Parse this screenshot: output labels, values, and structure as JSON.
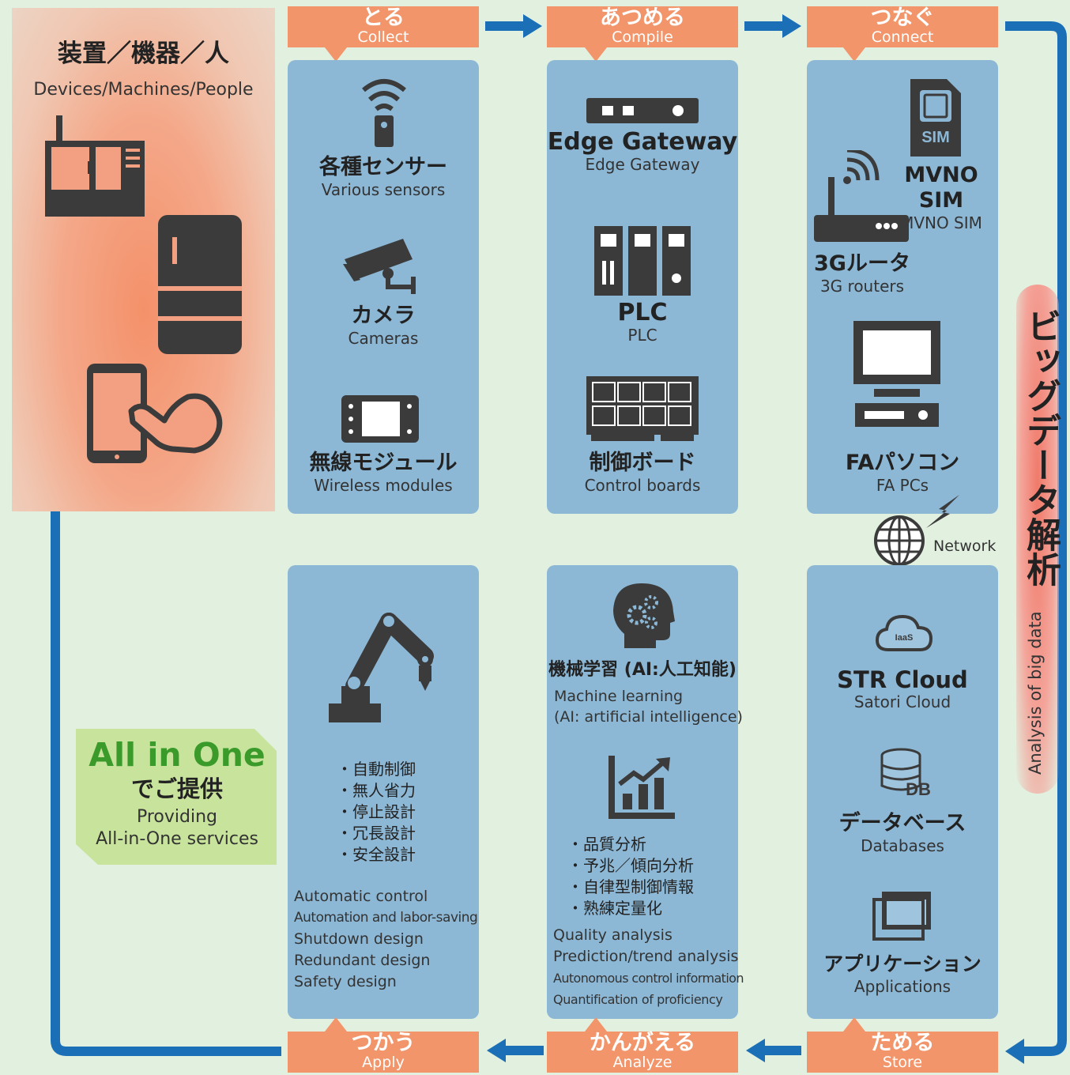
{
  "devices": {
    "title": "装置／機器／人",
    "subtitle": "Devices/Machines/People"
  },
  "tabs": {
    "collect": {
      "jp": "とる",
      "en": "Collect"
    },
    "compile": {
      "jp": "あつめる",
      "en": "Compile"
    },
    "connect": {
      "jp": "つなぐ",
      "en": "Connect"
    },
    "apply": {
      "jp": "つかう",
      "en": "Apply"
    },
    "analyze": {
      "jp": "かんがえる",
      "en": "Analyze"
    },
    "store": {
      "jp": "ためる",
      "en": "Store"
    }
  },
  "collect": {
    "sensors": {
      "jp": "各種センサー",
      "en": "Various sensors"
    },
    "cameras": {
      "jp": "カメラ",
      "en": "Cameras"
    },
    "wireless": {
      "jp": "無線モジュール",
      "en": "Wireless modules"
    }
  },
  "compile": {
    "gateway": {
      "jp": "Edge Gateway",
      "en": "Edge Gateway"
    },
    "plc": {
      "jp": "PLC",
      "en": "PLC"
    },
    "boards": {
      "jp": "制御ボード",
      "en": "Control boards"
    }
  },
  "connect": {
    "sim_badge": "SIM",
    "mvno": {
      "jp": "MVNO SIM",
      "en": "MVNO SIM"
    },
    "router": {
      "jp": "3Gルータ",
      "en": "3G routers"
    },
    "fapc": {
      "jp": "FAパソコン",
      "en": "FA PCs"
    },
    "network": "Network"
  },
  "store": {
    "iaas_badge": "IaaS",
    "cloud": {
      "jp": "STR Cloud",
      "en": "Satori Cloud"
    },
    "db_badge": "DB",
    "db": {
      "jp": "データベース",
      "en": "Databases"
    },
    "apps": {
      "jp": "アプリケーション",
      "en": "Applications"
    }
  },
  "analyze": {
    "ml_jp": "機械学習 (AI:人工知能)",
    "ml_en1": "Machine learning",
    "ml_en2": "(AI: artificial intelligence)",
    "jp_items": [
      "・品質分析",
      "・予兆／傾向分析",
      "・自律型制御情報",
      "・熟練定量化"
    ],
    "en_items": [
      "Quality analysis",
      "Prediction/trend analysis",
      "Autonomous control information",
      "Quantification of proficiency"
    ]
  },
  "apply": {
    "jp_items": [
      "・自動制御",
      "・無人省力",
      "・停止設計",
      "・冗長設計",
      "・安全設計"
    ],
    "en_items": [
      "Automatic control",
      "Automation and labor-saving",
      "Shutdown design",
      "Redundant design",
      "Safety design"
    ]
  },
  "bigdata": {
    "jp": "ビッグデータ解析",
    "en": "Analysis of big data"
  },
  "allinone": {
    "title": "All in One",
    "jp": "でご提供",
    "en1": "Providing",
    "en2": "All-in-One services"
  },
  "colors": {
    "panel": "#8cb8d6",
    "tab": "#f2956a",
    "arrow": "#1a6fb6",
    "icon": "#3b3b3b",
    "green": "#3a9a2a"
  }
}
